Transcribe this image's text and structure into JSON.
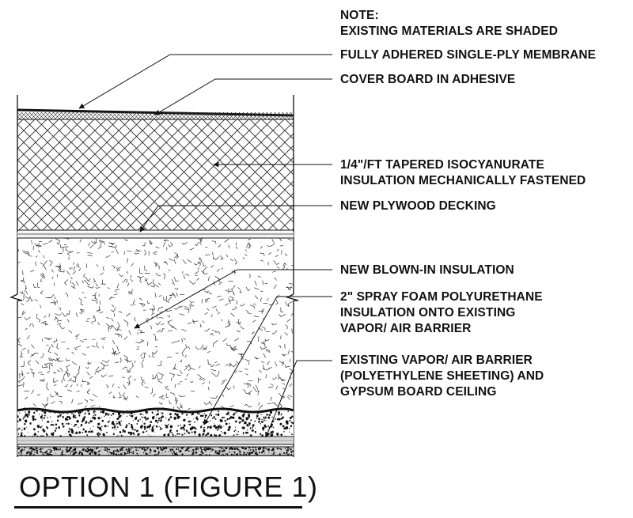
{
  "diagram": {
    "notes": [
      {
        "id": "note-existing",
        "lines": [
          "NOTE:",
          "EXISTING MATERIALS ARE SHADED"
        ]
      },
      {
        "id": "membrane",
        "lines": [
          "FULLY ADHERED SINGLE-PLY MEMBRANE"
        ]
      },
      {
        "id": "cover-board",
        "lines": [
          "COVER BOARD IN ADHESIVE"
        ]
      },
      {
        "id": "isocyanurate",
        "lines": [
          "1/4\"/FT TAPERED ISOCYANURATE",
          "INSULATION MECHANICALLY FASTENED"
        ]
      },
      {
        "id": "plywood",
        "lines": [
          "NEW PLYWOOD DECKING"
        ]
      },
      {
        "id": "blown-in",
        "lines": [
          "NEW BLOWN-IN INSULATION"
        ]
      },
      {
        "id": "spray-foam",
        "lines": [
          "2\" SPRAY FOAM POLYURETHANE",
          "INSULATION ONTO EXISTING",
          "VAPOR/ AIR BARRIER"
        ]
      },
      {
        "id": "vapor-barrier",
        "lines": [
          "EXISTING VAPOR/ AIR BARRIER",
          "(POLYETHYLENE SHEETING) AND",
          "GYPSUM BOARD CEILING"
        ]
      }
    ],
    "title": "OPTION 1 (FIGURE 1)"
  }
}
